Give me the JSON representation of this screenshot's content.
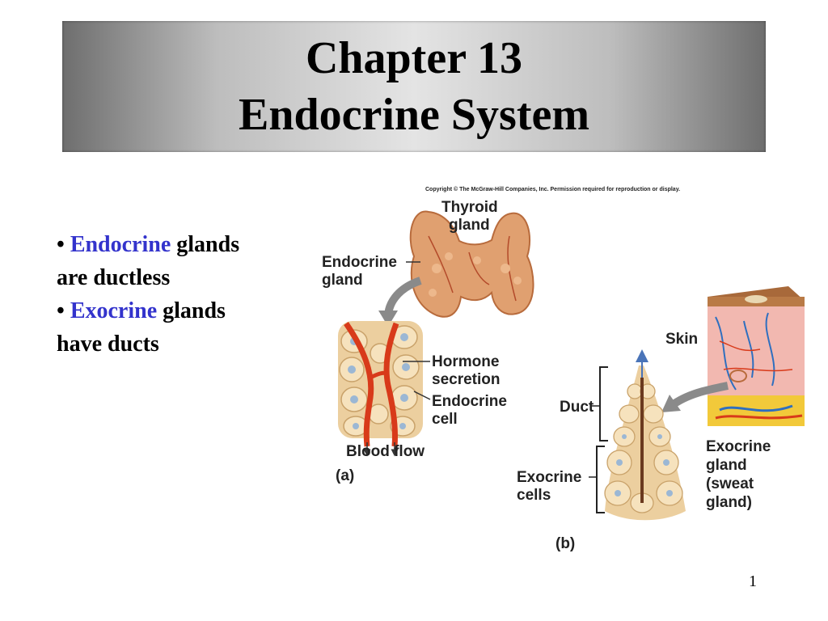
{
  "slide": {
    "title_line1": "Chapter 13",
    "title_line2": "Endocrine System",
    "page_number": "1"
  },
  "bullets": [
    {
      "marker": "•",
      "highlight": "Endocrine",
      "rest": " glands",
      "line2": "are ductless"
    },
    {
      "marker": "•",
      "highlight": "Exocrine",
      "rest": " glands",
      "line2": "have ducts"
    }
  ],
  "figure": {
    "copyright": "Copyright © The McGraw-Hill Companies, Inc. Permission required for reproduction or display.",
    "labels": {
      "thyroid_line1": "Thyroid",
      "thyroid_line2": "gland",
      "endocrine_gland_line1": "Endocrine",
      "endocrine_gland_line2": "gland",
      "hormone_line1": "Hormone",
      "hormone_line2": "secretion",
      "endocrine_cell_line1": "Endocrine",
      "endocrine_cell_line2": "cell",
      "blood_flow": "Blood flow",
      "panel_a": "(a)",
      "skin": "Skin",
      "duct": "Duct",
      "exocrine_cells_line1": "Exocrine",
      "exocrine_cells_line2": "cells",
      "exocrine_gland_line1": "Exocrine",
      "exocrine_gland_line2": "gland",
      "exocrine_gland_line3": "(sweat",
      "exocrine_gland_line4": "gland)",
      "panel_b": "(b)"
    },
    "colors": {
      "accent_blue": "#3333cc",
      "thyroid": "#e0a070",
      "blood_vessel": "#d83a1a",
      "cell_fill": "#f6e2bd",
      "skin_pink": "#f2b8b0",
      "fat_yellow": "#f2c93a"
    }
  }
}
